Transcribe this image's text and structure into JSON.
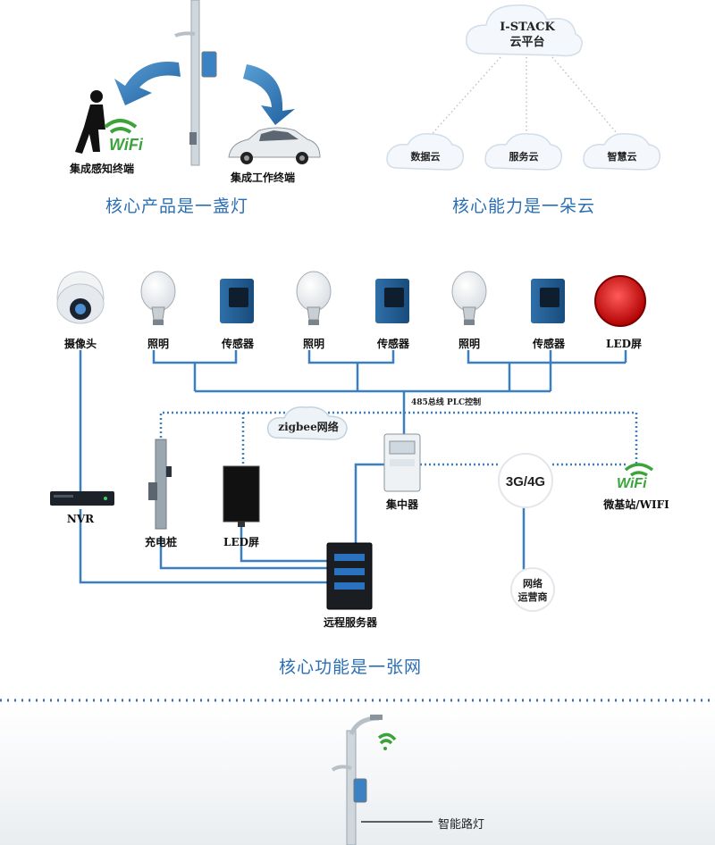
{
  "top": {
    "cloud_main": {
      "line1": "I-STACK",
      "line2": "云平台"
    },
    "sub_clouds": [
      "数据云",
      "服务云",
      "智慧云"
    ],
    "lamp_labels": {
      "left": "集成感知终端",
      "right": "集成工作终端"
    },
    "wifi_text": "WiFi",
    "caption_left": "核心产品是一盏灯",
    "caption_right": "核心能力是一朵云"
  },
  "network": {
    "devices": [
      "摄像头",
      "照明",
      "传感器",
      "照明",
      "传感器",
      "照明",
      "传感器",
      "LED屏"
    ],
    "bus_label": "485总线 PLC控制",
    "zigbee_label": "zigbee网络",
    "nvr_label": "NVR",
    "charger_label": "充电桩",
    "led_label": "LED屏",
    "concentrator_label": "集中器",
    "network_gen_label": "3G/4G",
    "wifi_label": "微基站/WIFI",
    "wifi_text": "WiFi",
    "operator_line1": "网络",
    "operator_line2": "运营商",
    "server_label": "远程服务器",
    "caption": "核心功能是一张网"
  },
  "bottom": {
    "callout": "智能路灯"
  },
  "colors": {
    "accent": "#2a6fb5",
    "line": "#3a7fbf",
    "wifi_green": "#3aa43a",
    "wifi_orange": "#e08a1a"
  }
}
